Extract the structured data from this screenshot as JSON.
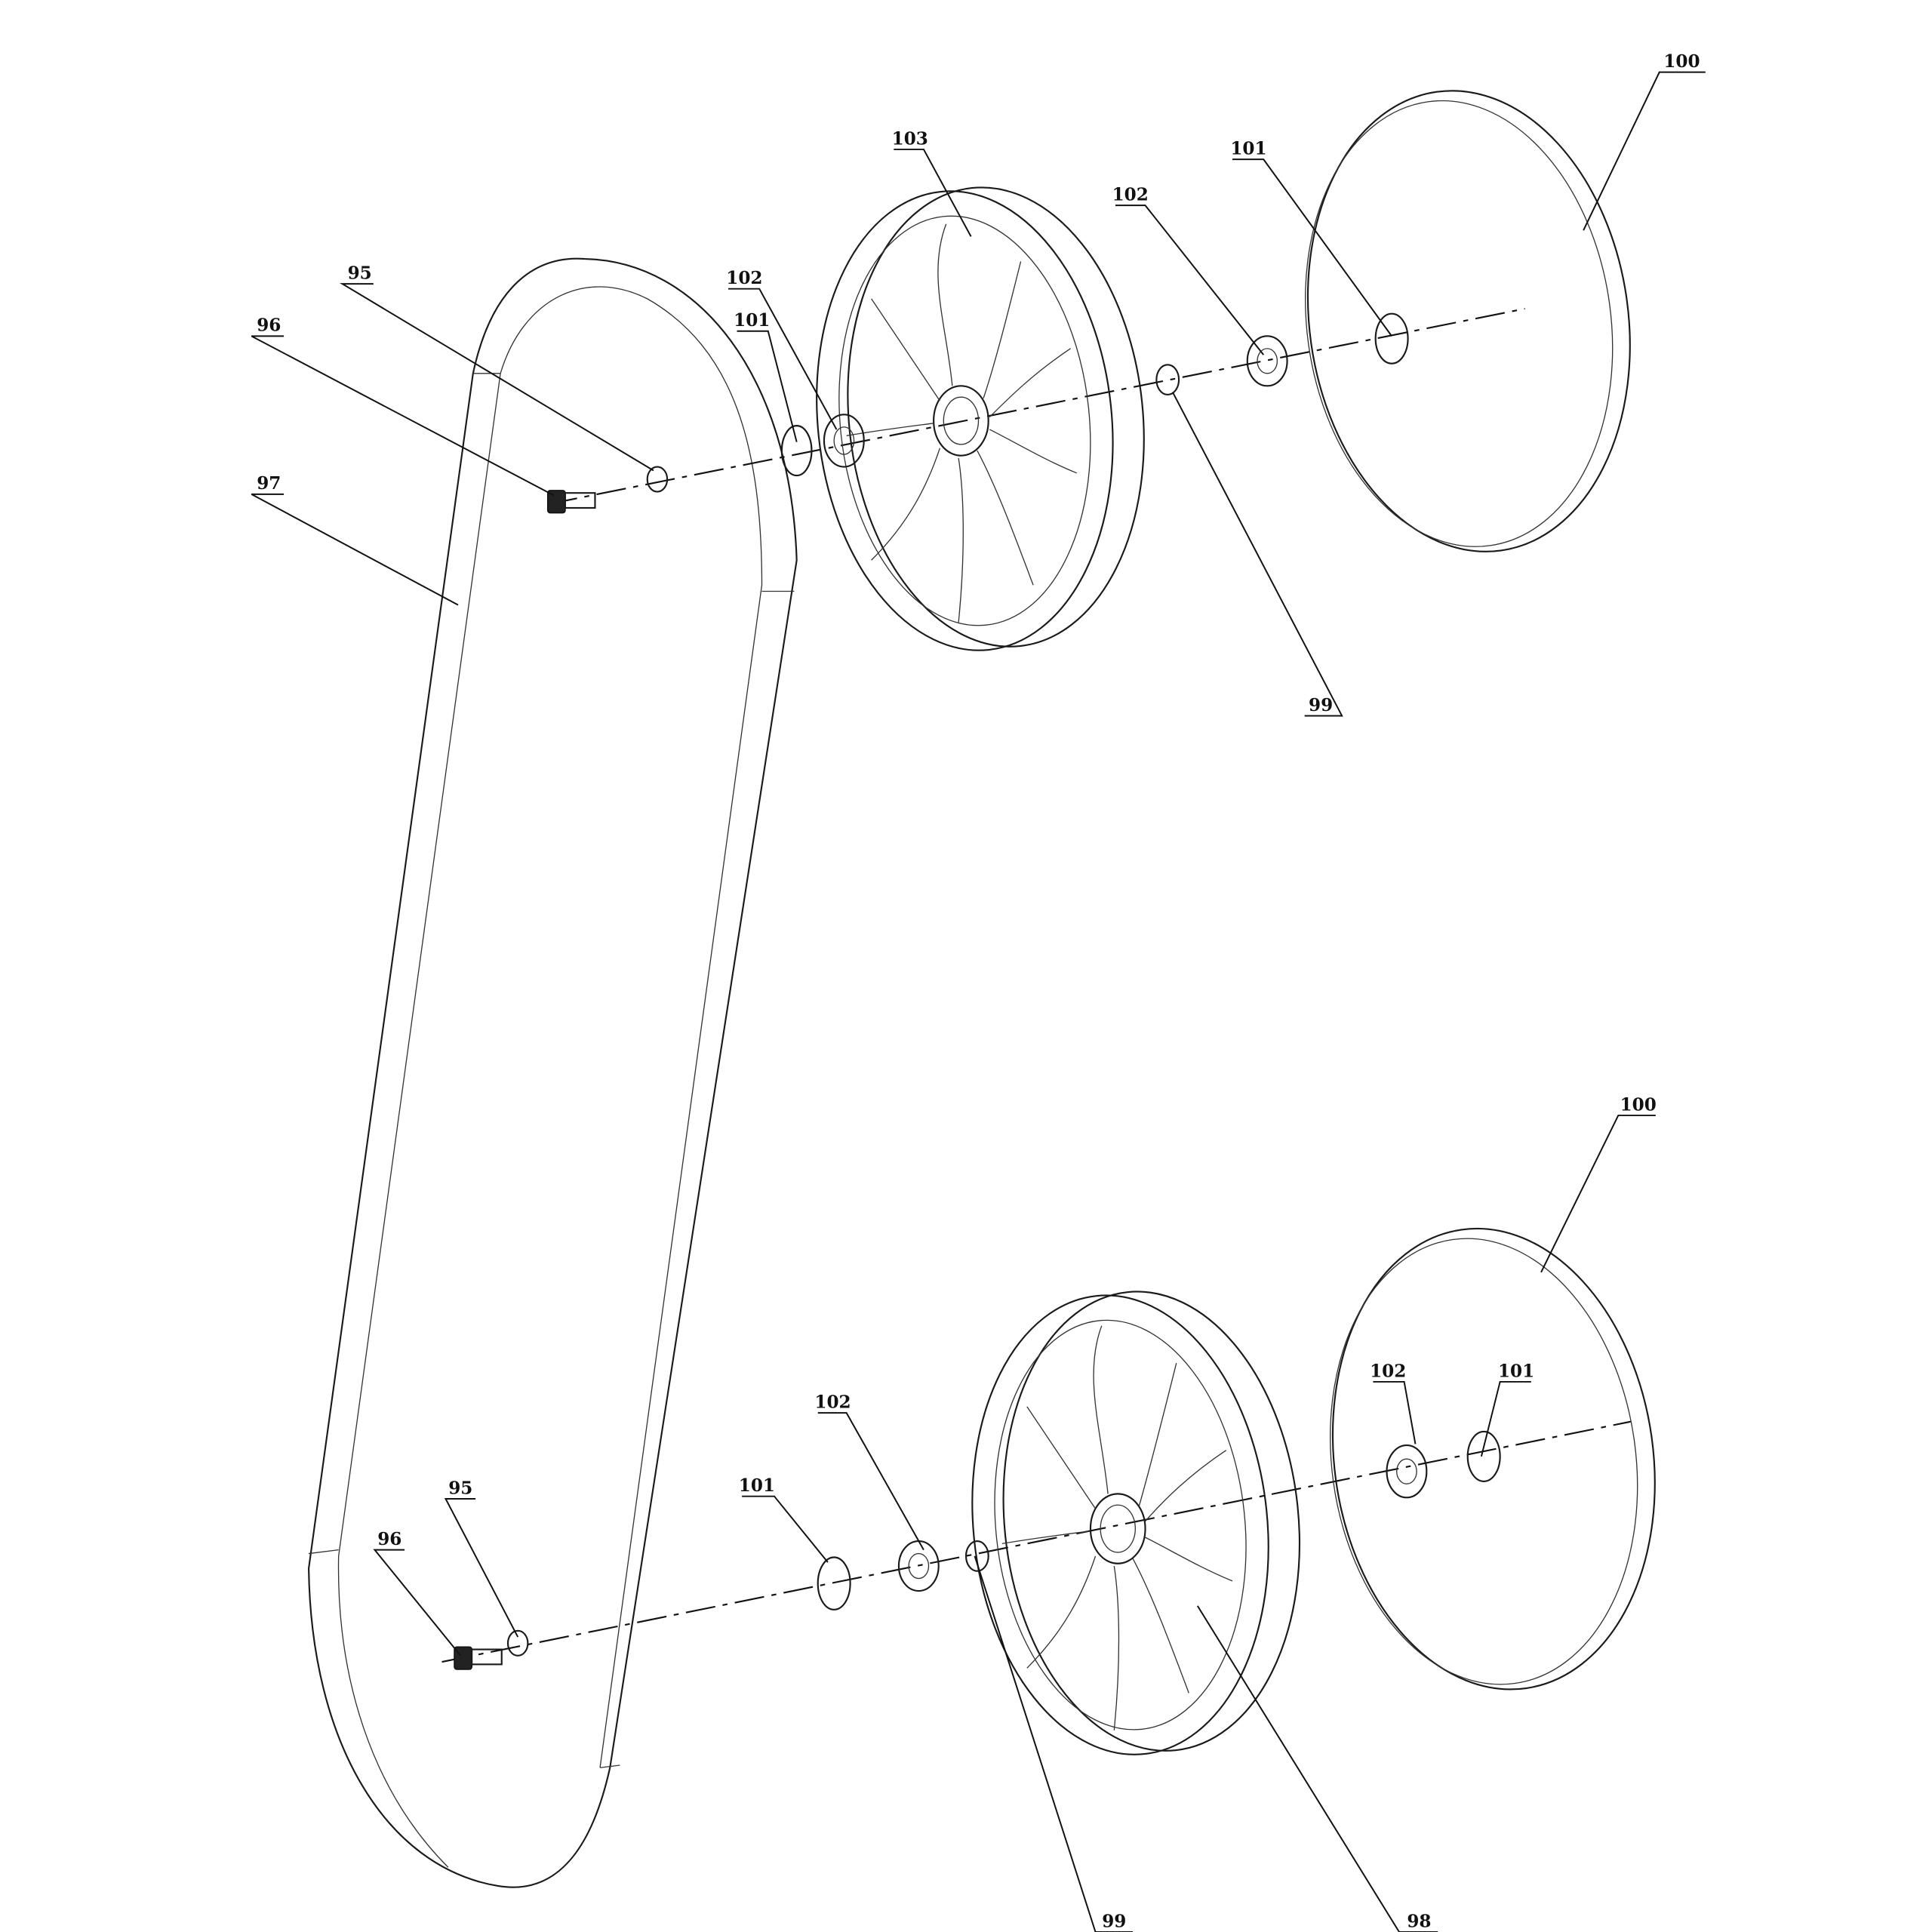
{
  "title": "Band wheel assembly exploded view",
  "callouts": {
    "c100_top": "100",
    "c101_top_right": "101",
    "c102_top_right": "102",
    "c103": "103",
    "c95_top": "95",
    "c96_top": "96",
    "c102_top_left": "102",
    "c101_top_left": "101",
    "c97": "97",
    "c99_top": "99",
    "c100_bottom": "100",
    "c102_bottom_right": "102",
    "c101_bottom_right": "101",
    "c102_bottom_left": "102",
    "c101_bottom_left": "101",
    "c95_bottom": "95",
    "c96_bottom": "96",
    "c99_bottom": "99",
    "c98": "98"
  }
}
